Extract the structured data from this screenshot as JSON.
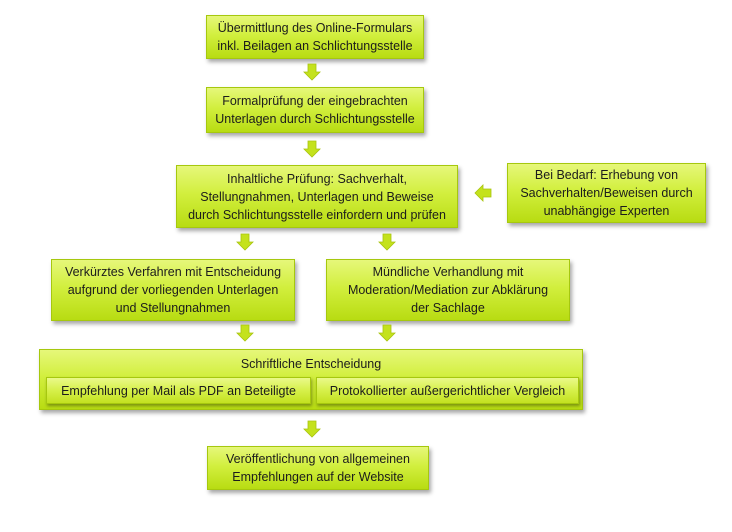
{
  "steps": {
    "submission": "Übermittlung des Online-Formulars\ninkl. Beilagen an Schlichtungsstelle",
    "formal_check": "Formalprüfung  der eingebrachten\nUnterlagen durch Schlichtungsstelle",
    "content_check": "Inhaltliche Prüfung: Sachverhalt,\nStellungnahmen,  Unterlagen und Beweise\ndurch Schlichtungsstelle  einfordern und prüfen",
    "expert": "Bei Bedarf: Erhebung von\nSachverhalten/Beweisen  durch\nunabhängige Experten",
    "short_procedure": "Verkürztes Verfahren mit Entscheidung\naufgrund der vorliegenden  Unterlagen\nund Stellungnahmen",
    "oral_hearing": "Mündliche Verhandlung mit\nModeration/Mediation  zur Abklärung\nder Sachlage",
    "written_decision": "Schriftliche  Entscheidung",
    "recommendation_mail": "Empfehlung  per Mail als PDF an Beteiligte",
    "protocol_settlement": "Protokollierter  außergerichtlicher  Vergleich",
    "publication": "Veröffentlichung  von allgemeinen\nEmpfehlungen  auf der Website"
  },
  "colors": {
    "box_fill": "#cfee3a",
    "arrow_fill": "#c4e21c"
  }
}
